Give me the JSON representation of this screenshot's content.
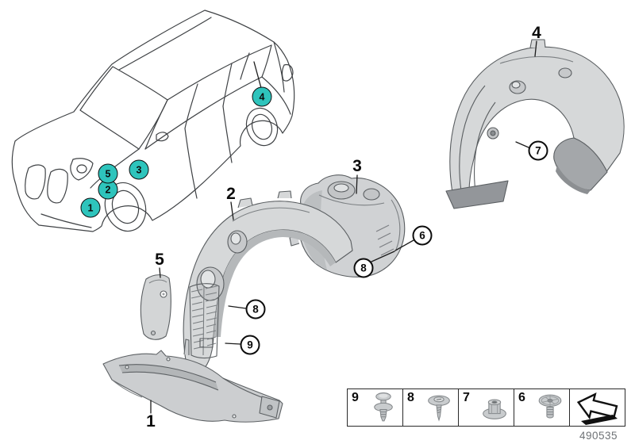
{
  "colors": {
    "callout_fill": "#2ec4bc"
  },
  "car": {
    "callouts": [
      {
        "label": "1"
      },
      {
        "label": "2"
      },
      {
        "label": "3"
      },
      {
        "label": "4"
      },
      {
        "label": "5"
      }
    ]
  },
  "parts": {
    "labels": [
      {
        "label": "1"
      },
      {
        "label": "2"
      },
      {
        "label": "3"
      },
      {
        "label": "4"
      },
      {
        "label": "5"
      }
    ]
  },
  "fasteners": {
    "callouts": [
      {
        "label": "8"
      },
      {
        "label": "9"
      },
      {
        "label": "8"
      },
      {
        "label": "6"
      },
      {
        "label": "7"
      }
    ]
  },
  "legend": {
    "items": [
      {
        "number": "9",
        "icon": "expansion-rivet-icon"
      },
      {
        "number": "8",
        "icon": "washer-screw-icon"
      },
      {
        "number": "7",
        "icon": "flange-nut-icon"
      },
      {
        "number": "6",
        "icon": "disc-head-rivet-icon"
      }
    ],
    "arrow_icon": "direction-arrow-icon"
  },
  "footer": {
    "doc_number": "490535"
  }
}
